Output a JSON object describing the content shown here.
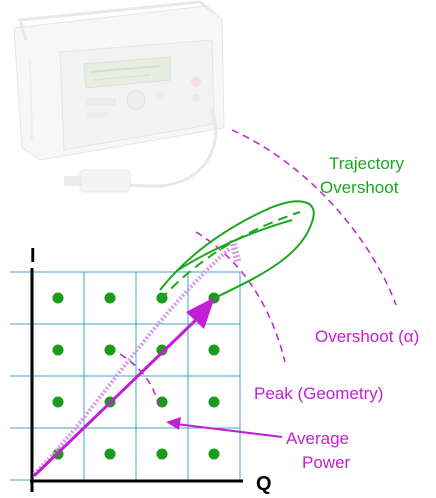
{
  "labels": {
    "trajectory_overshoot_line1": "Trajectory",
    "trajectory_overshoot_line2": "Overshoot",
    "overshoot_alpha": "Overshoot (α)",
    "peak_geometry": "Peak (Geometry)",
    "average_power_line1": "Average",
    "average_power_line2": "Power",
    "axis_i": "I",
    "axis_q": "Q"
  },
  "constellation": {
    "rows": 4,
    "cols": 4,
    "dot_color": "#1a9c1a",
    "grid_color": "#3fa7c9"
  },
  "colors": {
    "green": "#19a81e",
    "magenta": "#c21fd4",
    "axis": "#000000"
  },
  "instrument": {
    "description_icon": "power-meter-instrument-icon"
  }
}
